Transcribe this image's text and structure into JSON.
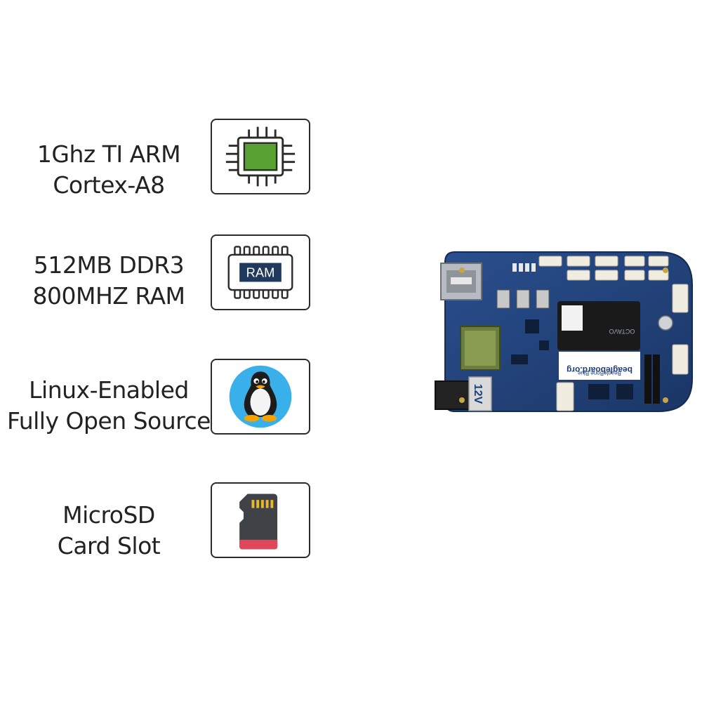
{
  "features": [
    {
      "id": "cpu",
      "lines": [
        "1Ghz TI ARM",
        "Cortex-A8"
      ],
      "icon": "cpu-chip-icon",
      "color": "#58a02f"
    },
    {
      "id": "ram",
      "lines": [
        "512MB DDR3",
        "800MHZ RAM"
      ],
      "icon": "ram-module-icon",
      "badge": "RAM",
      "color": "#1f3a5c"
    },
    {
      "id": "linux",
      "lines": [
        "Linux-Enabled",
        "Fully Open Source"
      ],
      "icon": "linux-penguin-icon",
      "color": "#3ab0ea"
    },
    {
      "id": "sd",
      "lines": [
        "MicroSD",
        "Card Slot"
      ],
      "icon": "microsd-card-icon",
      "color": "#e0475b"
    }
  ],
  "board": {
    "icon": "beaglebone-board-image",
    "brand": "beagleboard.org",
    "model": "BeagleBone Blue",
    "chip": "OCTAVO",
    "power": "12V",
    "color": "#1e3f7a"
  }
}
